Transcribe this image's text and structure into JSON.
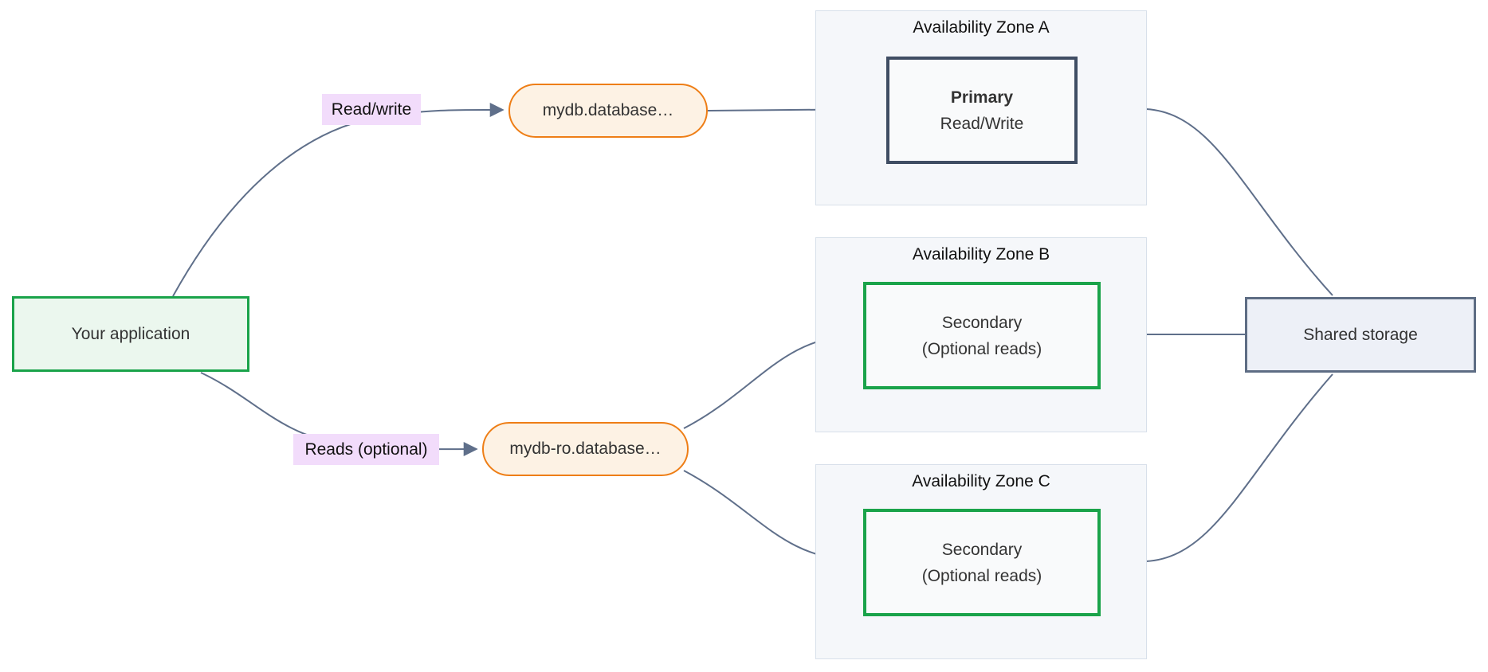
{
  "diagram": {
    "app": {
      "label": "Your application"
    },
    "edge_labels": {
      "read_write": "Read/write",
      "reads_optional": "Reads (optional)"
    },
    "endpoints": {
      "writer": "mydb.database…",
      "reader": "mydb-ro.database…"
    },
    "zones": [
      {
        "title": "Availability Zone A",
        "node_title": "Primary",
        "node_subtitle": "Read/Write"
      },
      {
        "title": "Availability Zone B",
        "node_title": "Secondary",
        "node_subtitle": "(Optional reads)"
      },
      {
        "title": "Availability Zone C",
        "node_title": "Secondary",
        "node_subtitle": "(Optional reads)"
      }
    ],
    "storage": {
      "label": "Shared storage"
    },
    "colors": {
      "app_border": "#1aa34a",
      "app_fill": "#ebf7ee",
      "endpoint_border": "#ee7e16",
      "endpoint_fill": "#fdf2e4",
      "edge_label_bg": "#f2dcfb",
      "zone_fill": "#f5f7fa",
      "zone_border": "#d8e0ea",
      "primary_border": "#3f4d63",
      "secondary_border": "#1aa34a",
      "node_fill": "#f9fafb",
      "storage_border": "#5e6d84",
      "storage_fill": "#edf0f7",
      "connector": "#5f6f8a"
    }
  }
}
